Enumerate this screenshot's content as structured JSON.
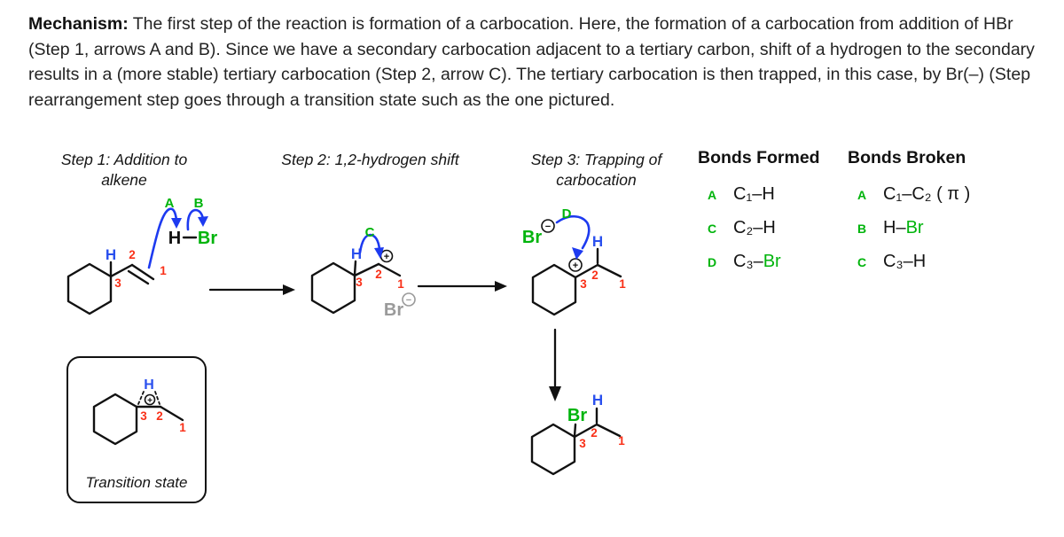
{
  "colors": {
    "green": "#00b40c",
    "blue": "#2a50ee",
    "bluearrow": "#1d3af0",
    "red": "#f93018",
    "gray": "#9a9a9a",
    "ink": "#111111"
  },
  "paragraph": {
    "lead": "Mechanism:",
    "line1": " The first step of the reaction is formation of a carbocation. Here, the formation of a carbocation from addition of HBr",
    "line2": "(Step 1, arrows A and B). Since we have a secondary carbocation adjacent to a tertiary carbon, shift of a hydrogen to the secondary",
    "line3": "results in a (more stable) tertiary carbocation (Step 2, arrow C). The tertiary carbocation is then trapped, in this case, by Br(–) (Step",
    "line4": "rearrangement step goes through a transition state such as the one pictured."
  },
  "headings": {
    "step1_line1": "Step 1: Addition to",
    "step1_line2": "alkene",
    "step2": "Step 2: 1,2-hydrogen shift",
    "step3_line1": "Step 3: Trapping of",
    "step3_line2": "carbocation",
    "transition_state": "Transition state"
  },
  "bonds_formed": {
    "title": "Bonds Formed",
    "rows": [
      {
        "letter": "A",
        "formula": "C₁–H",
        "green": ""
      },
      {
        "letter": "C",
        "formula": "C₂–H",
        "green": ""
      },
      {
        "letter": "D",
        "formula": "C₃–",
        "green": "Br"
      }
    ]
  },
  "bonds_broken": {
    "title": "Bonds Broken",
    "rows": [
      {
        "letter": "A",
        "formula": "C₁–C₂ ( π )",
        "green": ""
      },
      {
        "letter": "B",
        "formula": "H–",
        "green": "Br"
      },
      {
        "letter": "C",
        "formula": "C₃–H",
        "green": ""
      }
    ]
  },
  "atoms": {
    "h": "H",
    "br": "Br"
  },
  "numbers": {
    "c1": "1",
    "c2": "2",
    "c3": "3"
  },
  "arrow_labels": {
    "a": "A",
    "b": "B",
    "c": "C",
    "d": "D"
  },
  "charges": {
    "plus": "+",
    "minus": "−"
  }
}
